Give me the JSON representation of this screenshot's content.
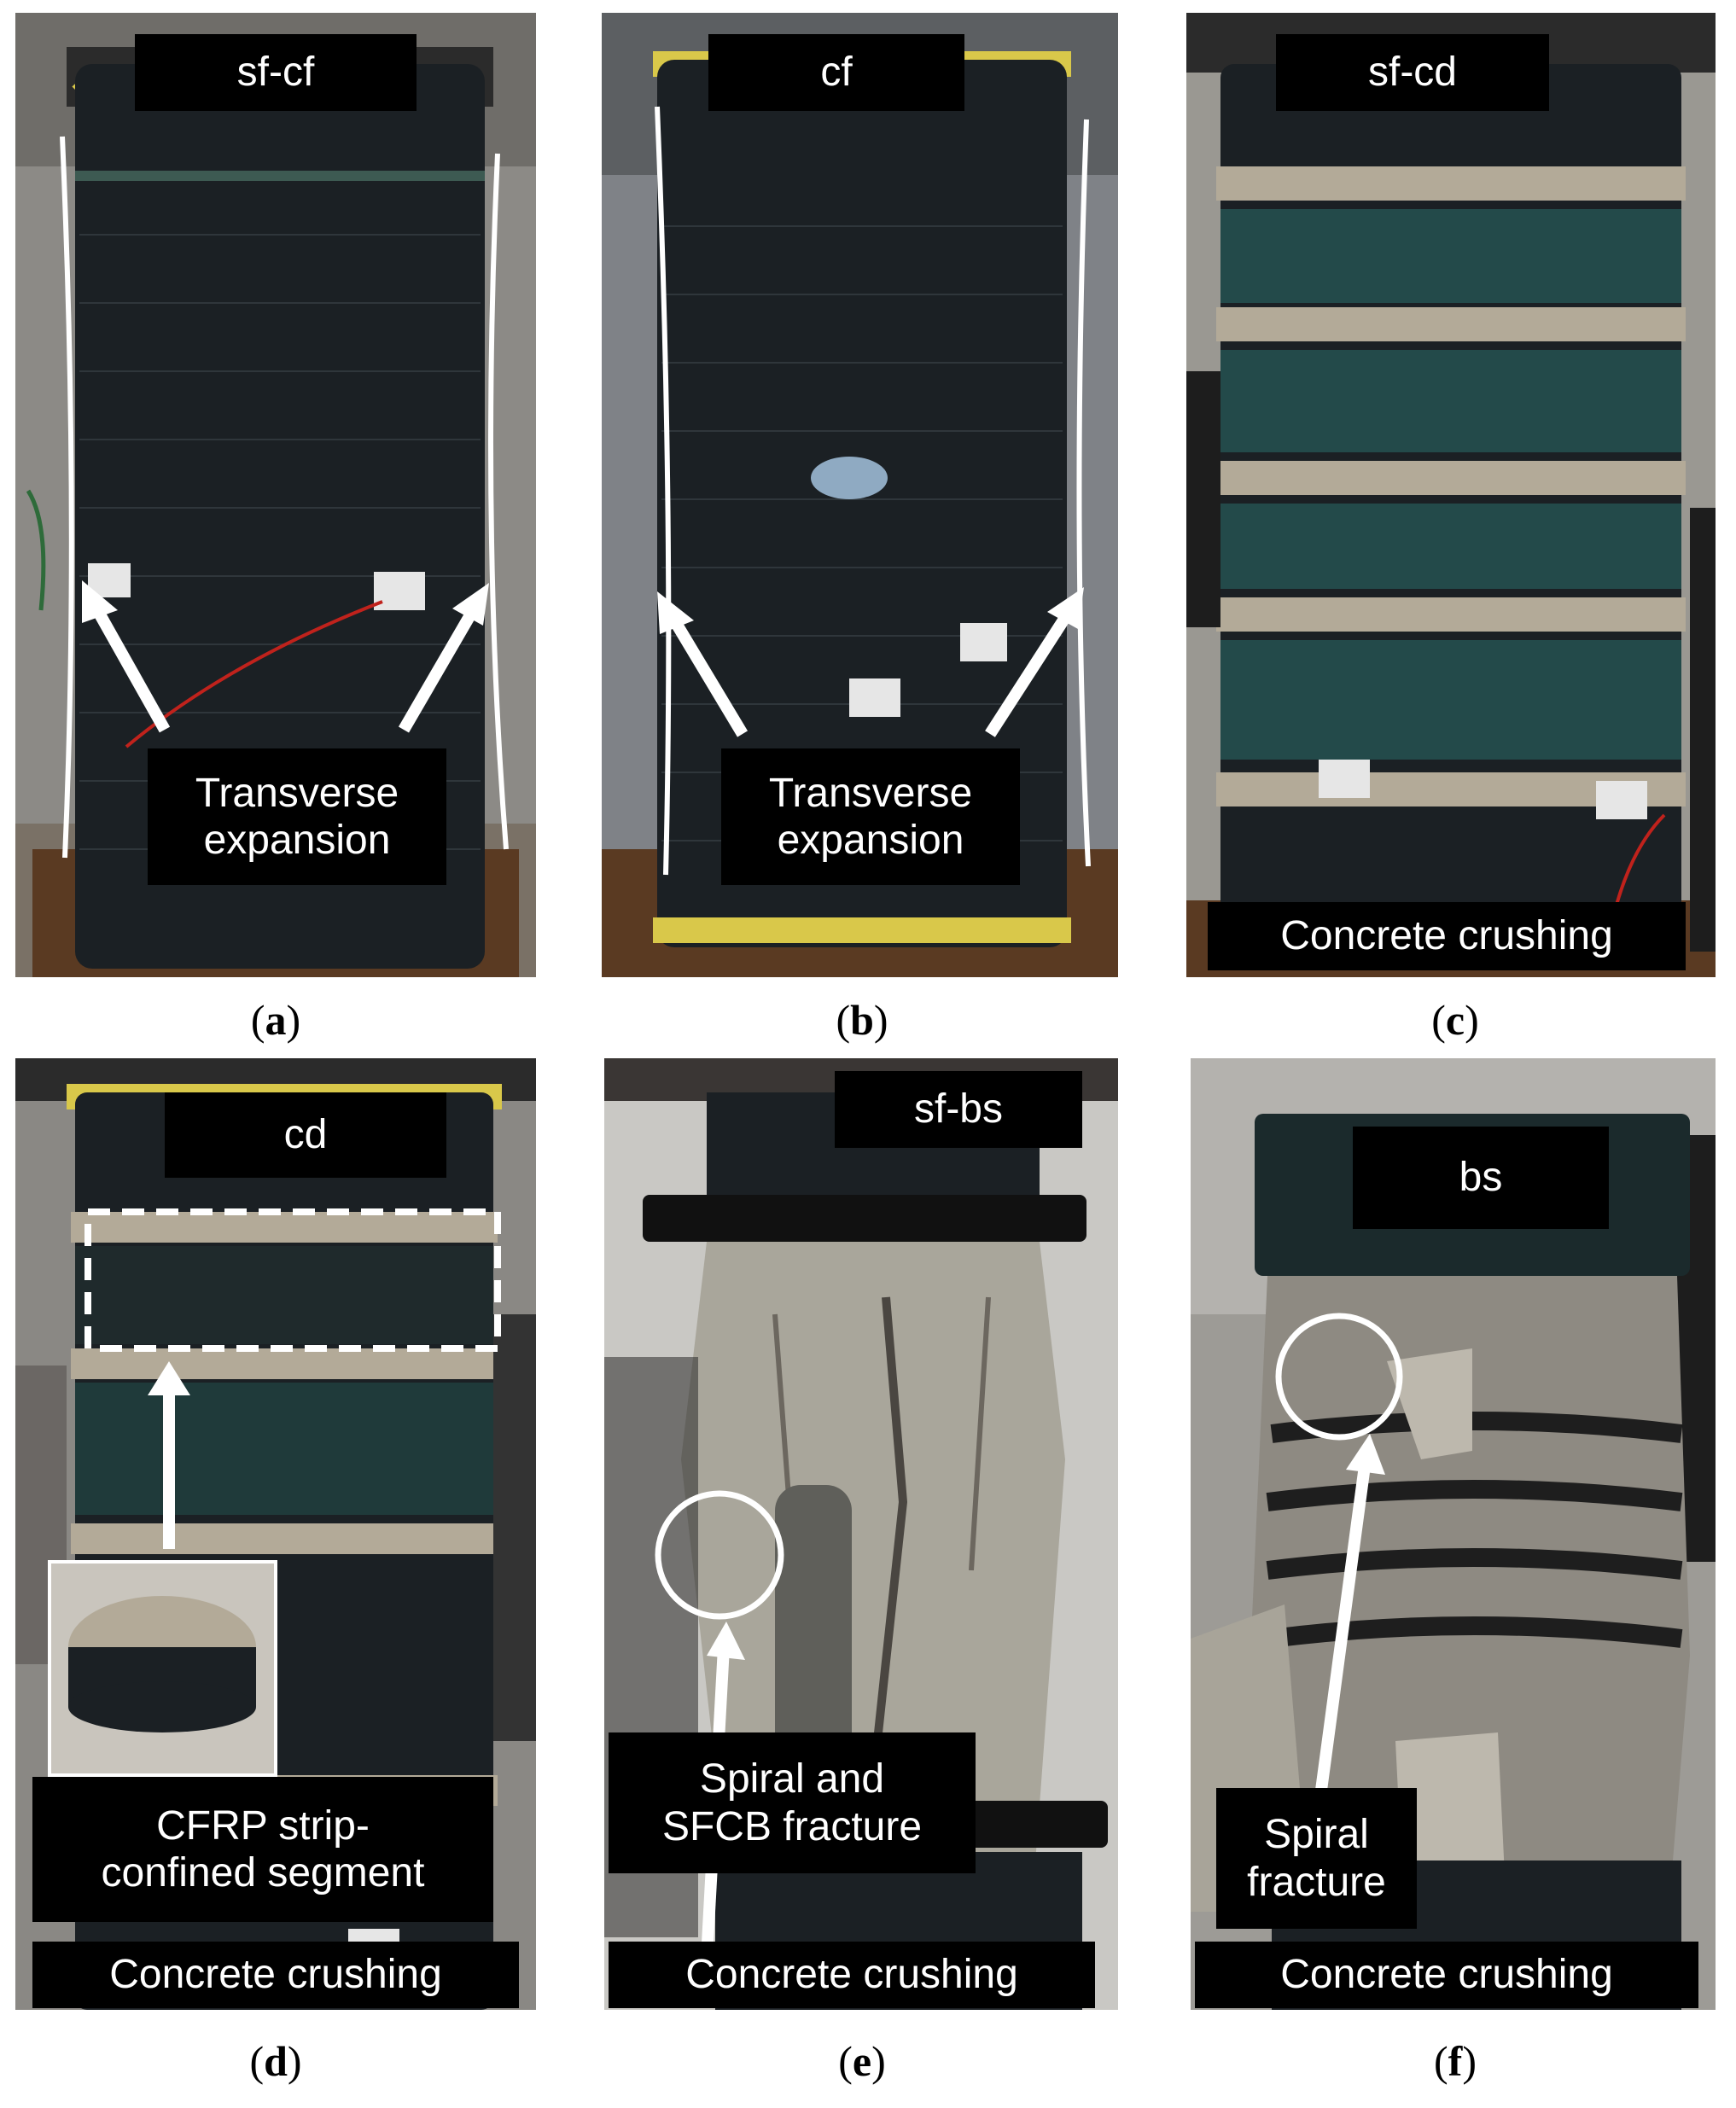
{
  "panels": [
    {
      "id": "a",
      "tag": "sf-cf",
      "annotations": [
        "Transverse expansion"
      ],
      "caption": "a"
    },
    {
      "id": "b",
      "tag": "cf",
      "annotations": [
        "Transverse expansion"
      ],
      "caption": "b"
    },
    {
      "id": "c",
      "tag": "sf-cd",
      "annotations": [
        "Concrete crushing"
      ],
      "caption": "c"
    },
    {
      "id": "d",
      "tag": "cd",
      "annotations": [
        "CFRP strip-confined segment",
        "Concrete crushing"
      ],
      "caption": "d"
    },
    {
      "id": "e",
      "tag": "sf-bs",
      "annotations": [
        "Spiral and SFCB fracture",
        "Concrete crushing"
      ],
      "caption": "e"
    },
    {
      "id": "f",
      "tag": "bs",
      "annotations": [
        "Spiral fracture",
        "Concrete crushing"
      ],
      "caption": "f"
    }
  ],
  "lines": {
    "a_l1": "Transverse",
    "a_l2": "expansion",
    "b_l1": "Transverse",
    "b_l2": "expansion",
    "d_l1": "CFRP strip-",
    "d_l2": "confined segment",
    "e_l1": "Spiral and",
    "e_l2": "SFCB fracture",
    "f_l1": "Spiral",
    "f_l2": "fracture"
  },
  "colors": {
    "cfrp_wrap": "#1b2024",
    "concrete": "#a9a69b",
    "steel_base": "#5a3a22",
    "annotation_bg": "#000000",
    "annotation_text": "#ffffff"
  }
}
